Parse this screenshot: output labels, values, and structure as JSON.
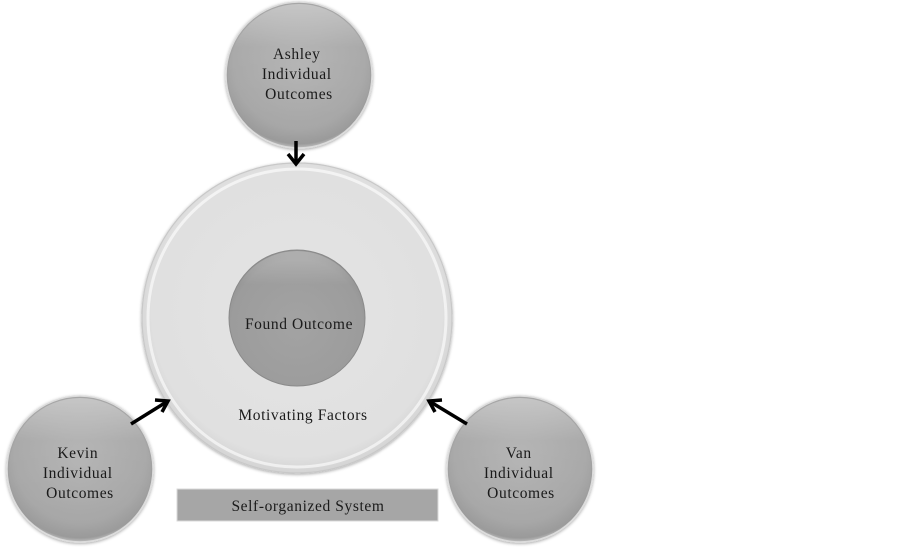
{
  "diagram": {
    "central": {
      "outer_label": "Motivating Factors",
      "inner_label": "Found Outcome"
    },
    "individuals": [
      {
        "name": "ashley",
        "lines": [
          "Ashley",
          "Individual",
          "Outcomes"
        ]
      },
      {
        "name": "kevin",
        "lines": [
          "Kevin",
          "Individual",
          "Outcomes"
        ]
      },
      {
        "name": "van",
        "lines": [
          "Van",
          "Individual",
          "Outcomes"
        ]
      }
    ],
    "system_label": "Self-organized System",
    "colors": {
      "node_fill": "#a9a9a9",
      "outer_fill": "#e2e2e2",
      "inner_fill": "#a0a0a0",
      "bar_fill": "#a6a6a6",
      "arrow": "#000000"
    }
  }
}
